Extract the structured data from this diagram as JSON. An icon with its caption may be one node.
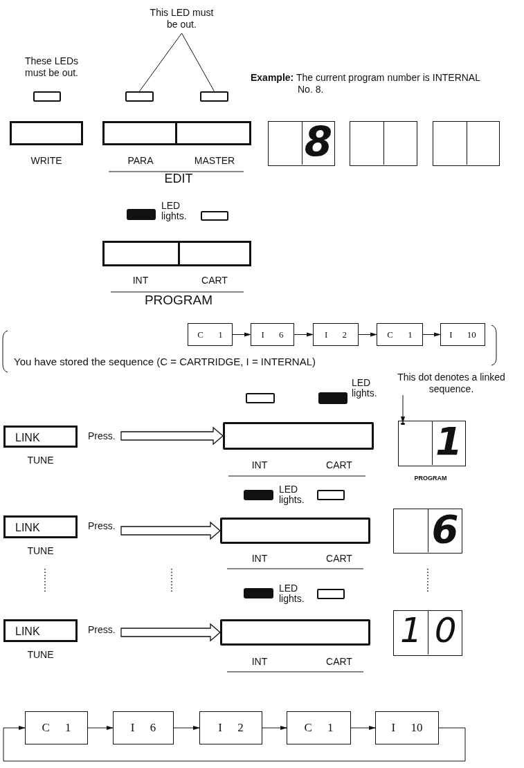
{
  "diagram": {
    "nodes": [
      {
        "text": [
          "This LED must be out."
        ]
      },
      {
        "text": [],
        "shape": "box"
      },
      {
        "text": [],
        "shape": "box"
      },
      {
        "text": [
          "C 1"
        ]
      },
      {
        "text": [
          "I 6"
        ]
      },
      {
        "text": [
          "I 2"
        ]
      },
      {
        "text": [
          "C 1"
        ]
      },
      {
        "text": [
          "I 10"
        ]
      },
      {
        "text": [
          "This dot denotes a linked sequence."
        ]
      },
      {
        "text": [],
        "shape": "box"
      },
      {
        "text": [
          "LINK"
        ],
        "beside": [
          "TUNE"
        ]
      },
      {
        "text": [
          "Press."
        ]
      },
      {
        "text": [],
        "shape": "box"
      },
      {
        "text": [
          "LINK"
        ],
        "beside": [
          "TUNE"
        ]
      },
      {
        "text": [
          "Press."
        ]
      },
      {
        "text": [],
        "shape": "box"
      },
      {
        "text": [
          "LINK"
        ],
        "beside": [
          "TUNE"
        ]
      },
      {
        "text": [
          "Press."
        ]
      },
      {
        "text": [],
        "shape": "box"
      },
      {
        "text": [
          "C 1"
        ]
      },
      {
        "text": [
          "I 6"
        ]
      },
      {
        "text": [
          "I 2"
        ]
      },
      {
        "text": [
          "C 1"
        ]
      },
      {
        "text": [
          "I 10"
        ]
      },
      {
        "text": [],
        "shape": "box"
      },
      {
        "text": [],
        "shape": "box"
      },
      {
        "text": [],
        "shape": "box"
      },
      {
        "text": [],
        "shape": "box"
      },
      {
        "text": [],
        "shape": "box"
      }
    ],
    "edges": [
      {
        "from": 0,
        "to": 1,
        "arrow": "none"
      },
      {
        "from": 0,
        "to": 2,
        "arrow": "none"
      },
      {
        "from": 3,
        "to": 4,
        "arrow": "to"
      },
      {
        "from": 4,
        "to": 5,
        "arrow": "to"
      },
      {
        "from": 5,
        "to": 6,
        "arrow": "to"
      },
      {
        "from": 6,
        "to": 7,
        "arrow": "to"
      },
      {
        "from": 8,
        "to": 9,
        "arrow": "to"
      },
      {
        "from": 11,
        "to": 12,
        "arrow": "to"
      },
      {
        "from": 14,
        "to": 15,
        "arrow": "to"
      },
      {
        "from": 17,
        "to": 18,
        "arrow": "to"
      },
      {
        "from": 19,
        "to": 20,
        "arrow": "to"
      },
      {
        "from": 20,
        "to": 21,
        "arrow": "to"
      },
      {
        "from": 21,
        "to": 22,
        "arrow": "to"
      },
      {
        "from": 22,
        "to": 23,
        "arrow": "to"
      },
      {
        "from": 23,
        "to": 19,
        "arrow": "to"
      }
    ],
    "labels": [
      "These LEDs must be out.",
      "**Example:** The current program number is INTERNAL No. 8.",
      "8",
      "WRITE",
      "PARA",
      "MASTER",
      "EDIT",
      "LED lights.",
      "INT",
      "CART",
      "PROGRAM",
      "You have stored the sequence (C = CARTRIDGE, I = INTERNAL)",
      "LED lights.",
      "1",
      "INT",
      "CART",
      "PROGRAM",
      "LED lights.",
      "6",
      "INT",
      "CART",
      "LED lights.",
      "10",
      "INT",
      "CART"
    ]
  }
}
